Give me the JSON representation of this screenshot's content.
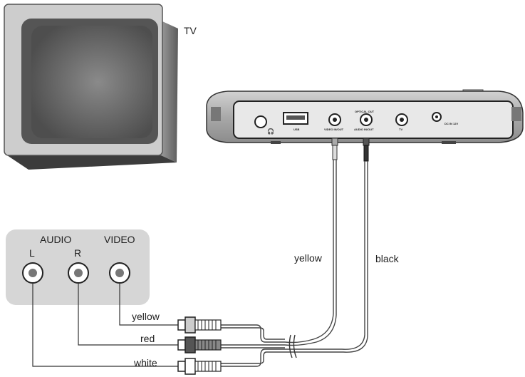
{
  "tv": {
    "label": "TV"
  },
  "panel": {
    "audio_label": "AUDIO",
    "video_label": "VIDEO",
    "left_label": "L",
    "right_label": "R"
  },
  "device": {
    "optical_out": "OPTICAL OUT",
    "usb": "USB",
    "video_in_out": "VIDEO IN/OUT",
    "audio_in_out": "AUDIO IN/OUT",
    "tv_port": "TV",
    "dc_in": "DC IN 12V"
  },
  "cables": {
    "yellow_top": "yellow",
    "black": "black",
    "yellow_plug": "yellow",
    "red_plug": "red",
    "white_plug": "white"
  },
  "colors": {
    "panel_bg": "#d6d6d6",
    "tv_frame": "#cfcfcf",
    "tv_screen": "#6a6a6a",
    "device_body": "#b3b3b3",
    "jack_dot": "#777777"
  }
}
